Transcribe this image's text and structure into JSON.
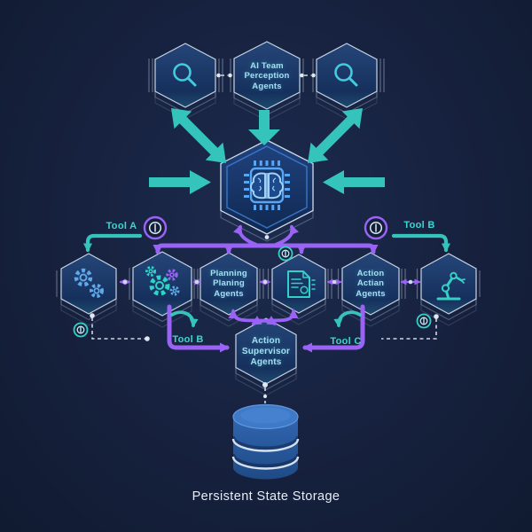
{
  "colors": {
    "teal_accent": "#34c4bc",
    "purple_accent": "#9a63f5",
    "icon_blue": "#57a6f4",
    "node_stroke": "#c7d3e3",
    "background": "#16213e",
    "database_blue": "#2e63b2",
    "label_cyan": "#a4e0f2",
    "caption_white": "#e6ecf6"
  },
  "nodes": {
    "perception_left": {
      "icon": "search-icon"
    },
    "perception_center": {
      "label": "AI Team\nPerception\nAgents"
    },
    "perception_right": {
      "icon": "search-icon"
    },
    "orchestrator": {
      "icon": "brain-chip-icon"
    },
    "gears": {
      "icon": "gears-icon"
    },
    "multi_gears": {
      "icon": "multi-gears-icon"
    },
    "planning": {
      "label": "Planning\nPlaning\nAgents"
    },
    "document": {
      "icon": "document-gear-icon"
    },
    "action": {
      "label": "Action\nActian\nAgents"
    },
    "robot": {
      "icon": "robot-arm-icon"
    },
    "supervisor": {
      "label": "Action\nSupervisor\nAgents"
    },
    "storage": {
      "icon": "database-icon",
      "caption": "Persistent State Storage"
    }
  },
  "labels": {
    "tool_a": "Tool A",
    "tool_b_top": "Tool B",
    "tool_b_bottom": "Tool B",
    "tool_c": "Tool C"
  },
  "badges": {
    "info_purple_left": "power-info-icon",
    "info_purple_right": "power-info-icon",
    "info_teal_document": "info-icon",
    "info_teal_left": "info-icon",
    "info_teal_right": "info-icon"
  }
}
